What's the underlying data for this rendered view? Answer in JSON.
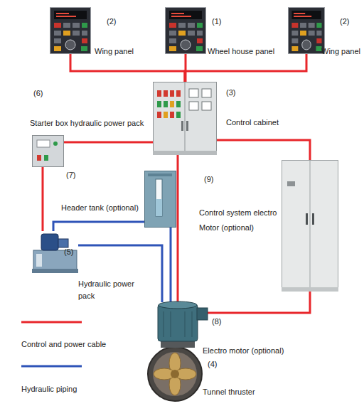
{
  "diagram": {
    "nodes": [
      {
        "text": [
          "Wing panel"
        ]
      },
      {
        "text": [
          "Wheel house panel"
        ]
      },
      {
        "text": [
          "Wing panel"
        ]
      },
      {
        "text": [
          "Control cabinet"
        ]
      },
      {
        "text": [
          "Starter box hydraulic power pack"
        ]
      },
      {
        "text": [
          "Header tank (optional)"
        ]
      },
      {
        "text": [
          "Control system electro Motor (optional)"
        ]
      },
      {
        "text": [
          "Hydraulic power pack"
        ]
      },
      {
        "text": [
          "Electro motor (optional)",
          "Tunnel thruster"
        ]
      }
    ],
    "edges": [
      {
        "from": 0,
        "to": 3,
        "arrow": "none"
      },
      {
        "from": 1,
        "to": 3,
        "arrow": "none"
      },
      {
        "from": 2,
        "to": 3,
        "arrow": "none"
      },
      {
        "from": 3,
        "to": 4,
        "arrow": "none"
      },
      {
        "from": 3,
        "to": 6,
        "arrow": "none"
      },
      {
        "from": 4,
        "to": 7,
        "arrow": "none"
      },
      {
        "from": 3,
        "to": 8,
        "arrow": "none"
      },
      {
        "from": 6,
        "to": 8,
        "arrow": "none"
      },
      {
        "from": 5,
        "to": 7,
        "arrow": "none"
      },
      {
        "from": 7,
        "to": 8,
        "arrow": "none"
      },
      {
        "from": 5,
        "to": 8,
        "arrow": "none"
      }
    ],
    "labels": [
      "(2)",
      "(1)",
      "(2)",
      "(6)",
      "(3)",
      "(7)",
      "(9)",
      "(5)",
      "(8)",
      "(4)"
    ],
    "legend": [
      {
        "text": "Control and power cable"
      },
      {
        "text": "Hydraulic piping"
      }
    ]
  }
}
